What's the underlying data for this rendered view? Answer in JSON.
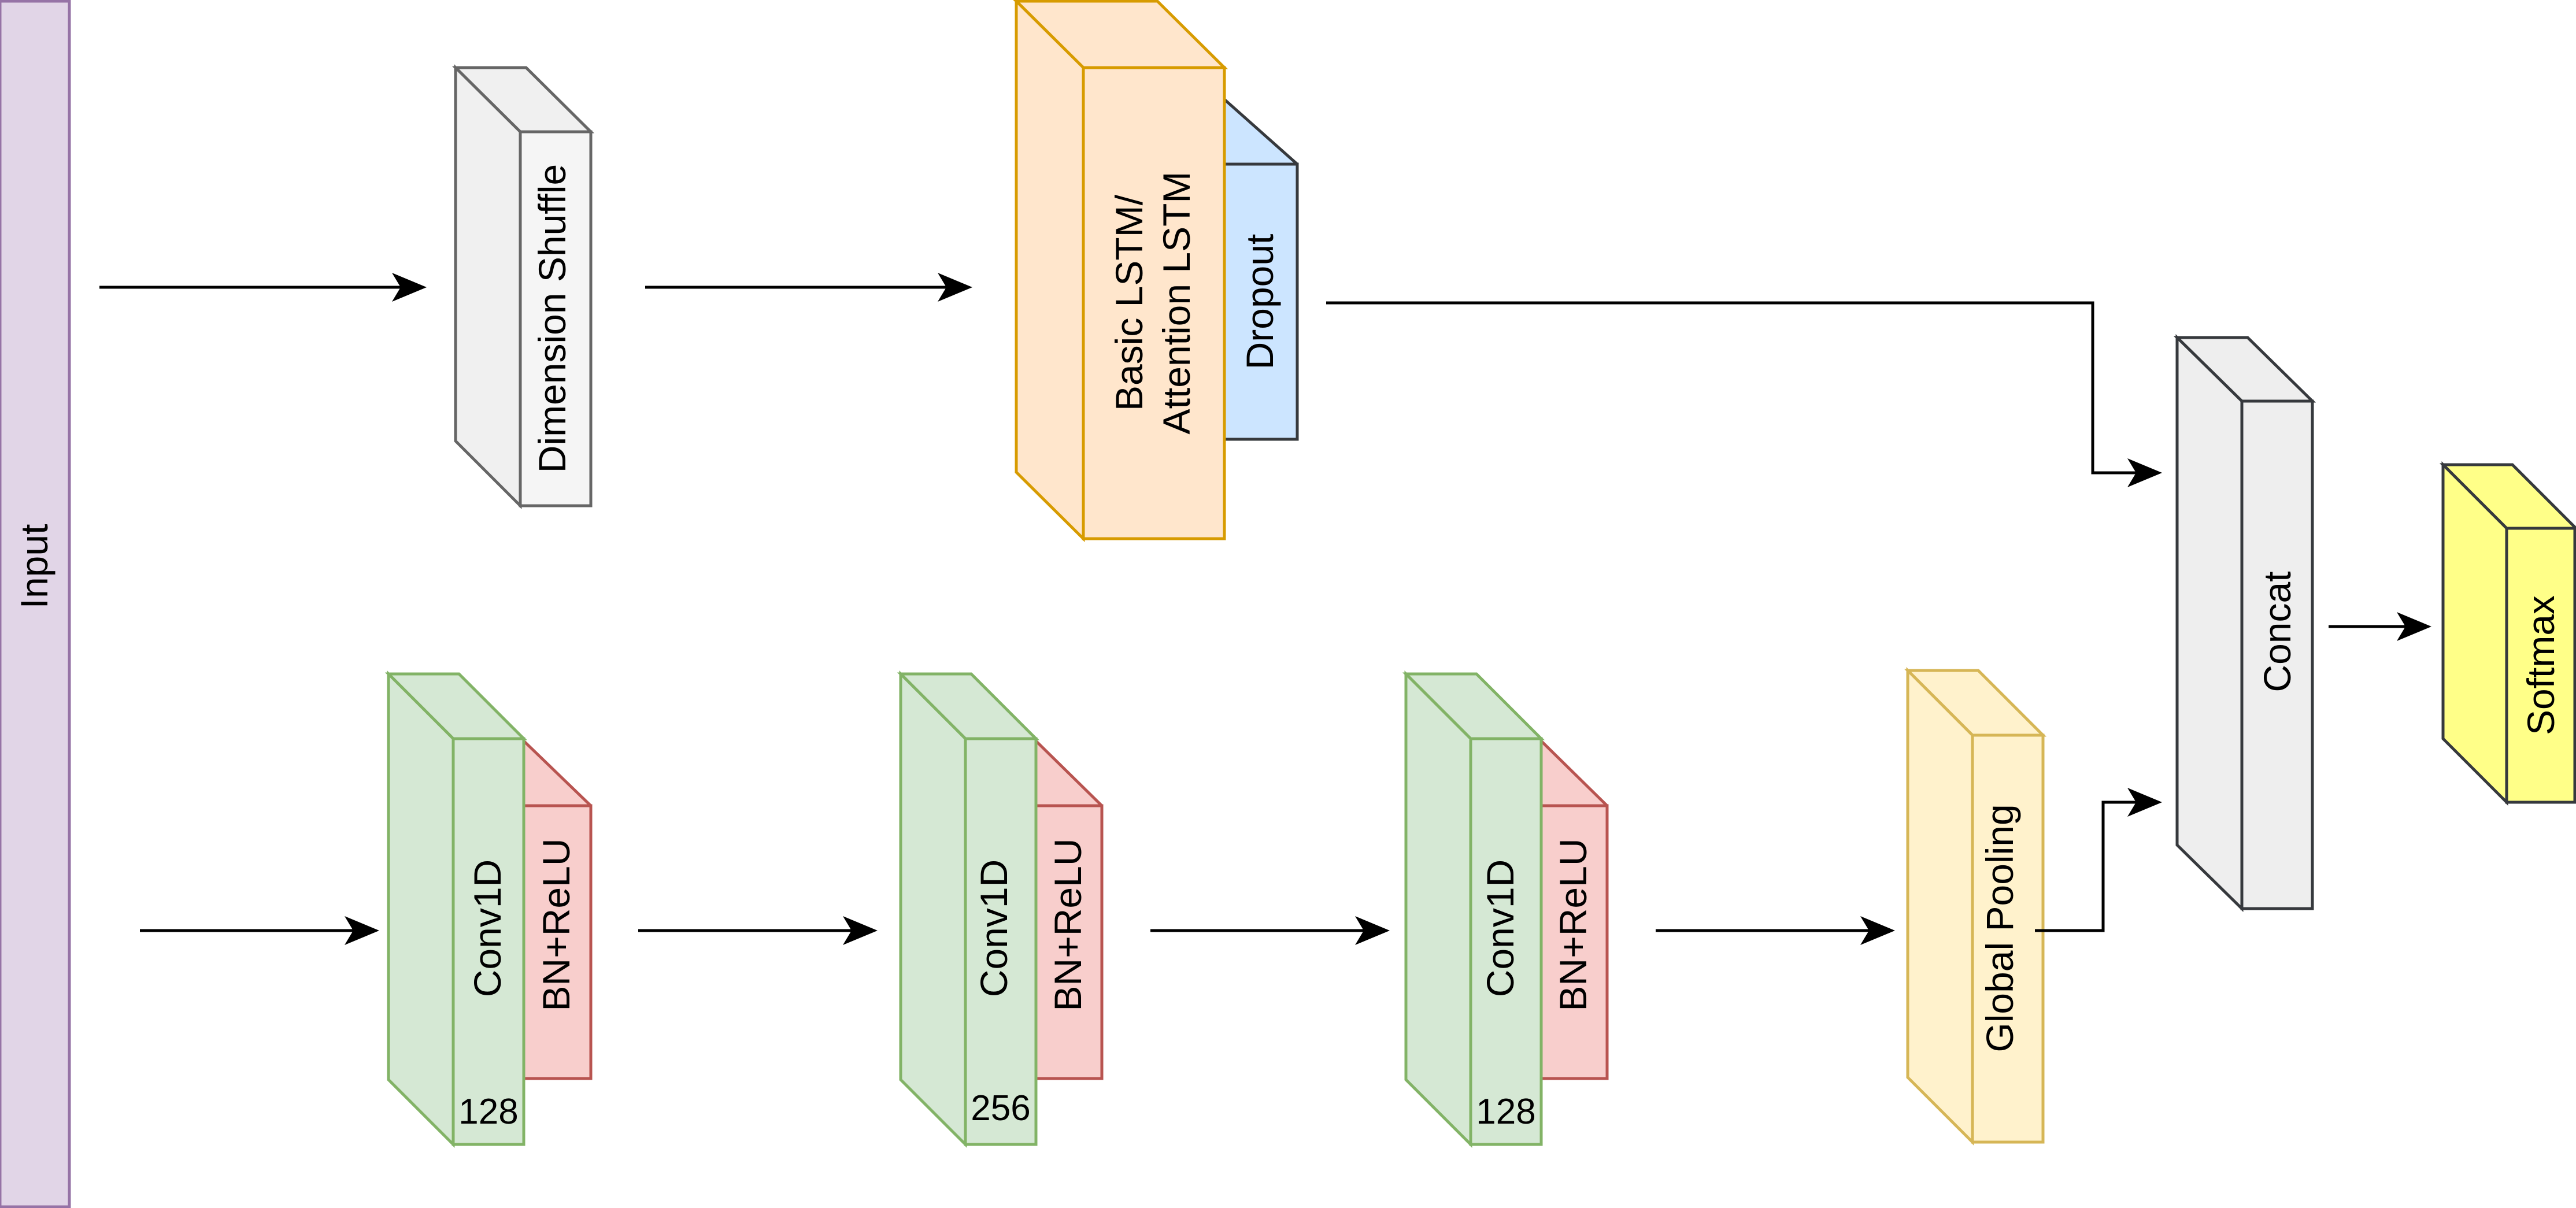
{
  "nodes": {
    "input": {
      "label": "Input",
      "fill": "#e1d5e7",
      "stroke": "#9673a6"
    },
    "dim_shuffle": {
      "label": "Dimension Shuffle",
      "fill": "#f5f5f5",
      "side": "#f0f0f0",
      "stroke": "#666666"
    },
    "lstm": {
      "label_line1": "Basic LSTM/",
      "label_line2": "Attention LSTM",
      "fill": "#ffe6cc",
      "stroke": "#d79b00"
    },
    "dropout": {
      "label": "Dropout",
      "fill": "#cce5ff",
      "stroke": "#36393d"
    },
    "conv1": {
      "label": "Conv1D",
      "filters": "128",
      "fill": "#d5e8d4",
      "stroke": "#82b366"
    },
    "bn1": {
      "label": "BN+ReLU",
      "fill": "#f8cecc",
      "stroke": "#b85450"
    },
    "conv2": {
      "label": "Conv1D",
      "filters": "256",
      "fill": "#d5e8d4",
      "stroke": "#82b366"
    },
    "bn2": {
      "label": "BN+ReLU",
      "fill": "#f8cecc",
      "stroke": "#b85450"
    },
    "conv3": {
      "label": "Conv1D",
      "filters": "128",
      "fill": "#d5e8d4",
      "stroke": "#82b366"
    },
    "bn3": {
      "label": "BN+ReLU",
      "fill": "#f8cecc",
      "stroke": "#b85450"
    },
    "gpool": {
      "label": "Global Pooling",
      "fill": "#fff2cc",
      "stroke": "#d6b656"
    },
    "concat": {
      "label": "Concat",
      "fill": "#eeeeee",
      "stroke": "#36393d"
    },
    "softmax": {
      "label": "Softmax",
      "fill": "#ffff88",
      "stroke": "#36393d"
    }
  },
  "edges": [
    {
      "from": "input",
      "to": "dim_shuffle"
    },
    {
      "from": "dim_shuffle",
      "to": "lstm"
    },
    {
      "from": "dropout",
      "to": "concat"
    },
    {
      "from": "input",
      "to": "conv1"
    },
    {
      "from": "bn1",
      "to": "conv2"
    },
    {
      "from": "bn2",
      "to": "conv3"
    },
    {
      "from": "bn3",
      "to": "gpool"
    },
    {
      "from": "gpool",
      "to": "concat"
    },
    {
      "from": "concat",
      "to": "softmax"
    }
  ]
}
